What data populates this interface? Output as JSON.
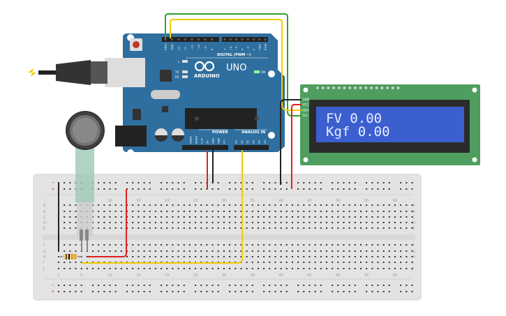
{
  "arduino": {
    "logo": "ARDUINO",
    "model": "UNO",
    "digital_label": "DIGITAL (PWM ~)",
    "power_label": "POWER",
    "analog_label": "ANALOG IN",
    "on_label": "ON",
    "led_labels": [
      "L",
      "TX",
      "RX"
    ],
    "top_pins": [
      "AREF",
      "GND",
      "13",
      "12",
      "~11",
      "~10",
      "~9",
      "8",
      "7",
      "~6",
      "~5",
      "4",
      "~3",
      "2",
      "TX▸1",
      "RX◂0"
    ],
    "power_pins": [
      "IOREF",
      "RESET",
      "3.3V",
      "5V",
      "GND",
      "GND",
      "Vin"
    ],
    "analog_pins": [
      "A0",
      "A1",
      "A2",
      "A3",
      "A4",
      "A5"
    ]
  },
  "lcd": {
    "pins": [
      "GND",
      "VCC",
      "SDA",
      "SCL"
    ],
    "line1": "FV 0.00",
    "line2": "Kgf 0.00"
  },
  "breadboard": {
    "column_numbers": [
      "1",
      "5",
      "10",
      "15",
      "20",
      "25",
      "30",
      "35",
      "40",
      "45",
      "50",
      "55",
      "60"
    ],
    "row_letters_top": [
      "A",
      "B",
      "C",
      "D",
      "E"
    ],
    "row_letters_bottom": [
      "F",
      "G",
      "H",
      "I",
      "J"
    ],
    "rail_minus": "−",
    "rail_plus": "+"
  },
  "colors": {
    "board": "#2f6f9f",
    "lcd_pcb": "#4f9e5f",
    "lcd_screen": "#3b5fcf",
    "wire_red": "#e02020",
    "wire_black": "#222222",
    "wire_yellow": "#f2cc00",
    "wire_green": "#30a030"
  }
}
